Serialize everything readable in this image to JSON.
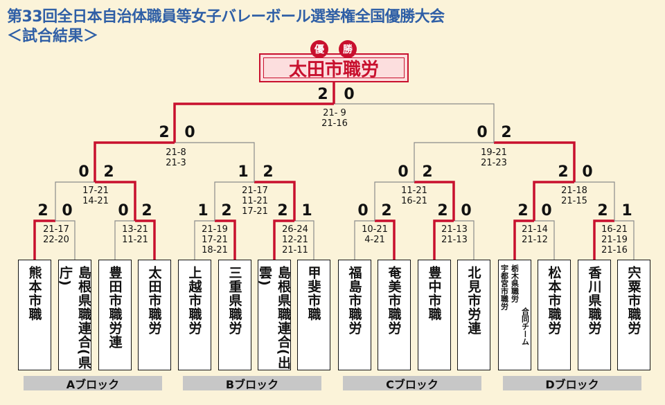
{
  "header": {
    "title": "第33回全日本自治体職員等女子バレーボール選挙権全国優勝大会",
    "subtitle": "＜試合結果＞"
  },
  "champion": {
    "label_1": "優",
    "label_2": "勝",
    "name": "太田市職労"
  },
  "teams": [
    {
      "name": "熊本市職"
    },
    {
      "name": "島根県職連合(県庁)"
    },
    {
      "name": "豊田市職労連"
    },
    {
      "name": "太田市職労"
    },
    {
      "name": "上越市職労"
    },
    {
      "name": "三重県職労"
    },
    {
      "name": "島根県職連合(出雲)"
    },
    {
      "name": "甲斐市職"
    },
    {
      "name": "福島市職労"
    },
    {
      "name": "奄美市職労"
    },
    {
      "name": "豊中市職"
    },
    {
      "name": "北見市労連"
    },
    {
      "name": "宇都宮市職労 栃木県職労 合同チーム",
      "col1": "宇都宮市職労",
      "col2": "栃木県職労",
      "col3": "合同チーム"
    },
    {
      "name": "松本市職労"
    },
    {
      "name": "香川県職労"
    },
    {
      "name": "宍粟市職労"
    }
  ],
  "blocks": [
    "Aブロック",
    "Bブロック",
    "Cブロック",
    "Dブロック"
  ],
  "round1": [
    {
      "left": "2",
      "right": "0",
      "sets": "21-17\n22-20"
    },
    {
      "left": "0",
      "right": "2",
      "sets": "13-21\n11-21"
    },
    {
      "left": "1",
      "right": "2",
      "sets": "21-19\n17-21\n18-21"
    },
    {
      "left": "2",
      "right": "1",
      "sets": "26-24\n12-21\n21-11"
    },
    {
      "left": "0",
      "right": "2",
      "sets": "10-21\n4-21"
    },
    {
      "left": "2",
      "right": "0",
      "sets": "21-13\n21-13"
    },
    {
      "left": "2",
      "right": "0",
      "sets": "21-14\n21-12"
    },
    {
      "left": "2",
      "right": "1",
      "sets": "16-21\n21-19\n21-16"
    }
  ],
  "round2": [
    {
      "left": "0",
      "right": "2",
      "sets": "17-21\n14-21"
    },
    {
      "left": "1",
      "right": "2",
      "sets": "21-17\n11-21\n17-21"
    },
    {
      "left": "0",
      "right": "2",
      "sets": "11-21\n16-21"
    },
    {
      "left": "2",
      "right": "0",
      "sets": "21-18\n21-15"
    }
  ],
  "semis": [
    {
      "left": "2",
      "right": "0",
      "sets": "21-8\n21-3"
    },
    {
      "left": "0",
      "right": "2",
      "sets": "19-21\n21-23"
    }
  ],
  "final": {
    "left": "2",
    "right": "0",
    "sets": "21- 9\n21-16"
  },
  "colors": {
    "win": "#c8102e",
    "lose": "#8a8a8a",
    "title": "#2f5fa6",
    "background": "#fbf3d9"
  }
}
